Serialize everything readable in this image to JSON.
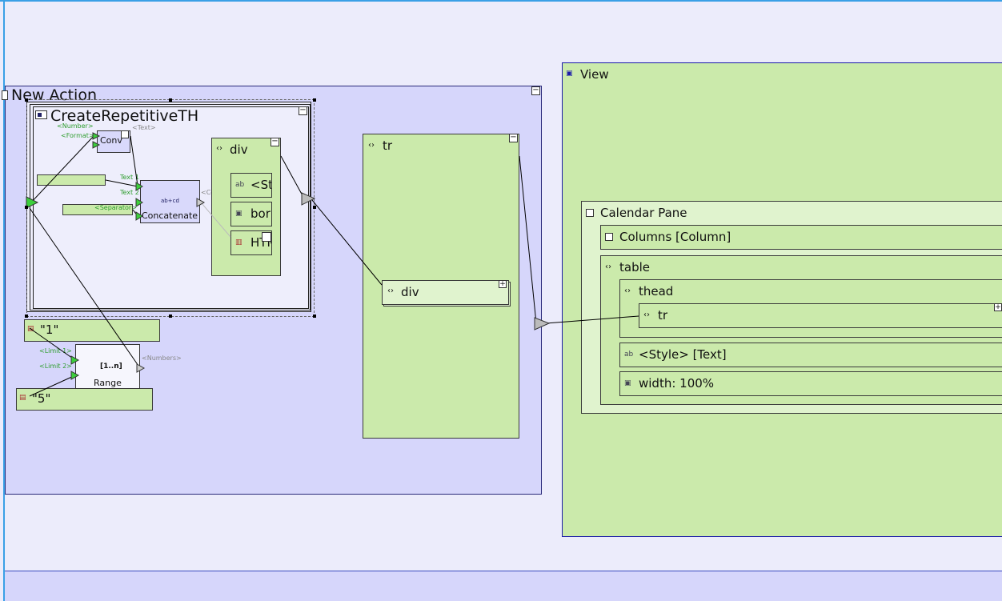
{
  "action": {
    "title": "New Action"
  },
  "subaction": {
    "title": "CreateRepetitiveTH"
  },
  "conv": {
    "label": "Conv",
    "port_number": "<Number>",
    "port_format": "<Format>",
    "port_text": "<Text>"
  },
  "concat": {
    "label": "Concatenate",
    "icon_text": "ab+cd",
    "port_text1": "Text 1",
    "port_text2": "Text 2",
    "port_separator": "<Separator>",
    "port_out": "<Concatenation>"
  },
  "div_inner": {
    "label": "div",
    "items": [
      "<St",
      "bor",
      "HTM"
    ]
  },
  "const1": {
    "label": "\"1\""
  },
  "const5": {
    "label": "\"5\""
  },
  "range": {
    "label": "Range",
    "icon_text": "[1..n]",
    "port_limit1": "<Limit 1>",
    "port_limit2": "<Limit 2>",
    "port_out": "<Numbers>"
  },
  "tr_box": {
    "label": "tr"
  },
  "div_box": {
    "label": "div"
  },
  "view": {
    "title": "View",
    "calendar_pane": "Calendar Pane",
    "columns": "Columns [Column]",
    "table": "table",
    "thead": "thead",
    "tr": "tr",
    "style": "<Style> [Text]",
    "width": "width: 100%"
  },
  "colors": {
    "canvas": "#ececfb",
    "action": "#d6d6fb",
    "green": "#cbeaab",
    "light_green": "#e0f3ce",
    "accent": "#3aa0e6",
    "view_border": "#1a1aa8"
  }
}
